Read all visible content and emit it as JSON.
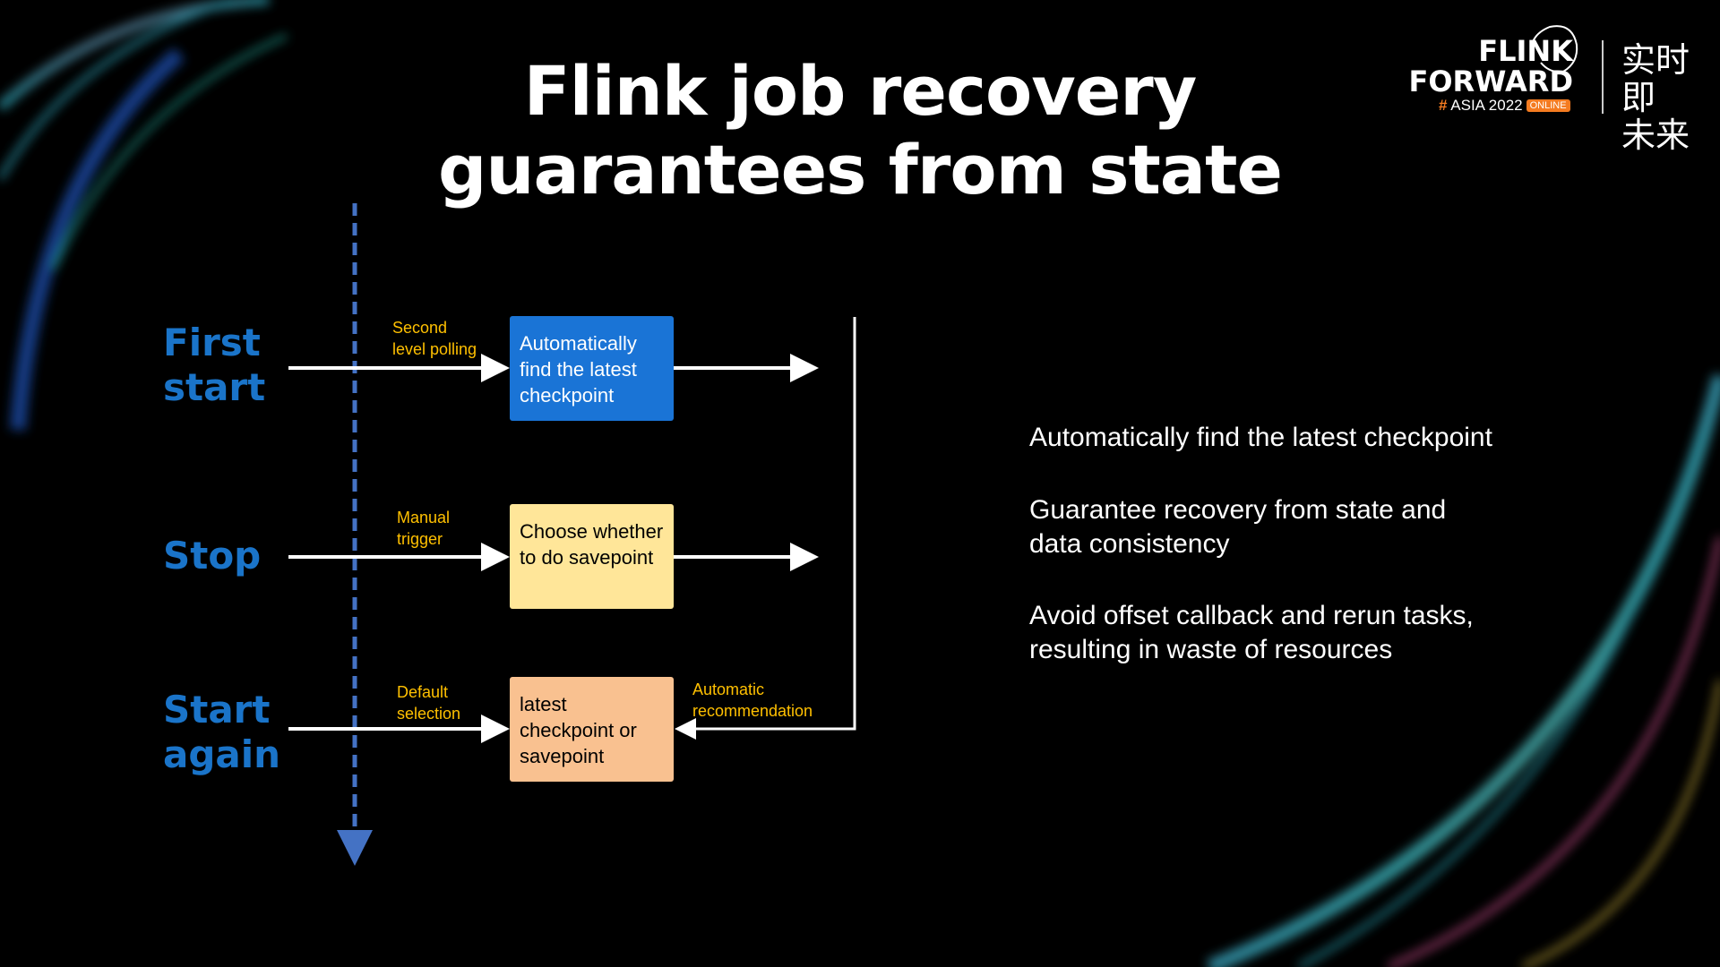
{
  "title": {
    "line1": "Flink job recovery",
    "line2": "guarantees from state"
  },
  "logo": {
    "line1": "FLINK",
    "line2": "FORWARD",
    "hash": "#",
    "event": "ASIA 2022",
    "badge": "ONLINE",
    "chinese_line1": "实时即",
    "chinese_line2": "未来"
  },
  "stages": [
    {
      "label_line1": "First",
      "label_line2": "start",
      "trigger_line1": "Second",
      "trigger_line2": "level polling",
      "box": "Automatically find the latest checkpoint"
    },
    {
      "label_line1": "Stop",
      "trigger_line1": "Manual",
      "trigger_line2": "trigger",
      "box": "Choose whether to do savepoint"
    },
    {
      "label_line1": "Start",
      "label_line2": "again",
      "trigger_line1": "Default",
      "trigger_line2": "selection",
      "box": "latest checkpoint or savepoint",
      "feedback_line1": "Automatic",
      "feedback_line2": "recommendation"
    }
  ],
  "colors": {
    "stage_label": "#1a74c9",
    "trigger_text": "#ffc000",
    "box1": "#1a74d6",
    "box2": "#ffe699",
    "box3": "#f9c190",
    "timeline": "#4472c4"
  },
  "points": [
    {
      "line1": "Automatically find the latest checkpoint"
    },
    {
      "line1": "Guarantee recovery from state and",
      "line2": "data consistency"
    },
    {
      "line1": "Avoid offset callback and rerun tasks,",
      "line2": "resulting in waste of resources"
    }
  ]
}
